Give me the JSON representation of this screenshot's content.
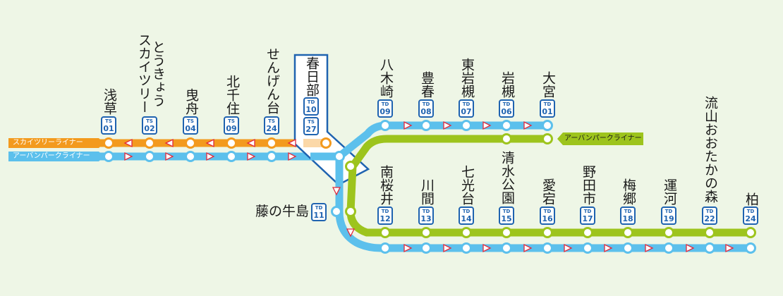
{
  "title": "",
  "lines": {
    "skytree_liner": {
      "label": "スカイツリーライナー",
      "color": "#f39a1e"
    },
    "urban_park_liner_left": {
      "label": "アーバンパークライナー",
      "color": "#5cc0ec"
    },
    "urban_park_liner_right": {
      "label": "アーバンパークライナー",
      "color": "#9dc41d"
    }
  },
  "colors": {
    "background": "#eef6e6",
    "badge_border": "#1f63b0",
    "highlight_border": "#1f63b0",
    "arrow_red": "#e02a3c"
  },
  "tobu_skytree_line": [
    {
      "name": "浅草",
      "code": "TS",
      "num": "01"
    },
    {
      "name": "とうきょう\nスカイツリー",
      "code": "TS",
      "num": "02"
    },
    {
      "name": "曳舟",
      "code": "TS",
      "num": "04"
    },
    {
      "name": "北千住",
      "code": "TS",
      "num": "09"
    },
    {
      "name": "せんげん台",
      "code": "TS",
      "num": "24"
    }
  ],
  "kasukabe": {
    "name": "春日部",
    "codes": [
      {
        "code": "TD",
        "num": "10"
      },
      {
        "code": "TS",
        "num": "27"
      }
    ]
  },
  "fujinoushijima": {
    "name": "藤の牛島",
    "code": "TD",
    "num": "11"
  },
  "omiya_branch": [
    {
      "name": "八木崎",
      "code": "TD",
      "num": "09"
    },
    {
      "name": "豊春",
      "code": "TD",
      "num": "08"
    },
    {
      "name": "東岩槻",
      "code": "TD",
      "num": "07"
    },
    {
      "name": "岩槻",
      "code": "TD",
      "num": "06"
    },
    {
      "name": "大宮",
      "code": "TD",
      "num": "01"
    }
  ],
  "kashiwa_branch": [
    {
      "name": "南桜井",
      "code": "TD",
      "num": "12"
    },
    {
      "name": "川間",
      "code": "TD",
      "num": "13"
    },
    {
      "name": "七光台",
      "code": "TD",
      "num": "14"
    },
    {
      "name": "清水公園",
      "code": "TD",
      "num": "15"
    },
    {
      "name": "愛宕",
      "code": "TD",
      "num": "16"
    },
    {
      "name": "野田市",
      "code": "TD",
      "num": "17"
    },
    {
      "name": "梅郷",
      "code": "TD",
      "num": "18"
    },
    {
      "name": "運河",
      "code": "TD",
      "num": "19"
    },
    {
      "name": "流山おおたかの森",
      "code": "TD",
      "num": "22"
    },
    {
      "name": "柏",
      "code": "TD",
      "num": "24"
    }
  ]
}
